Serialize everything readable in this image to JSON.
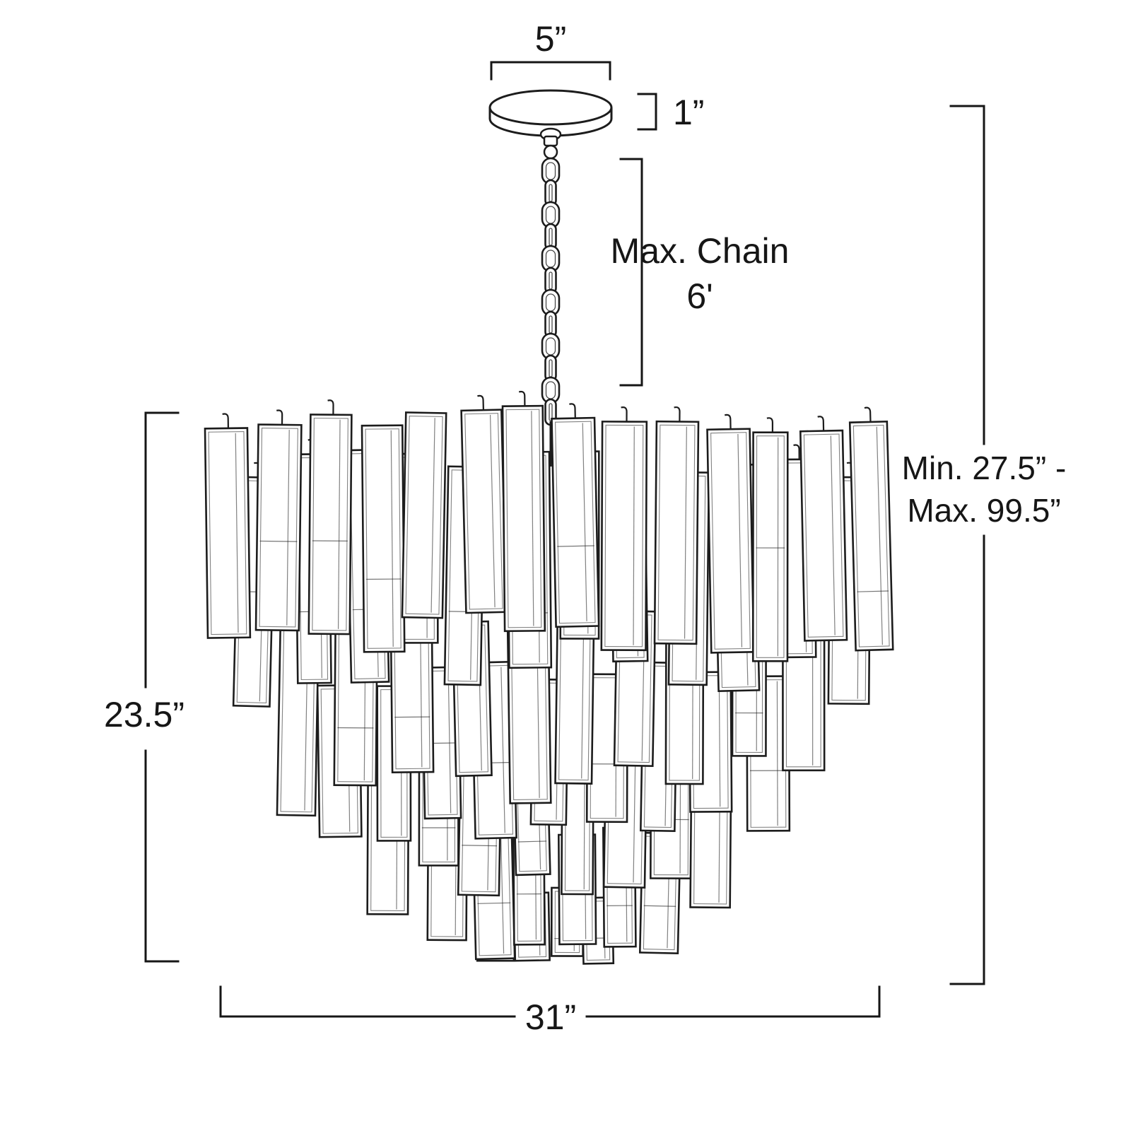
{
  "diagram": {
    "labels": {
      "canopy_width": "5”",
      "canopy_height": "1”",
      "chain_line1": "Max. Chain",
      "chain_line2": "6'",
      "height_line1": "Min. 27.5” -",
      "height_line2": "Max. 99.5”",
      "body_height": "23.5”",
      "body_width": "31”"
    },
    "colors": {
      "line": "#1c1c1c",
      "background": "#ffffff"
    }
  }
}
